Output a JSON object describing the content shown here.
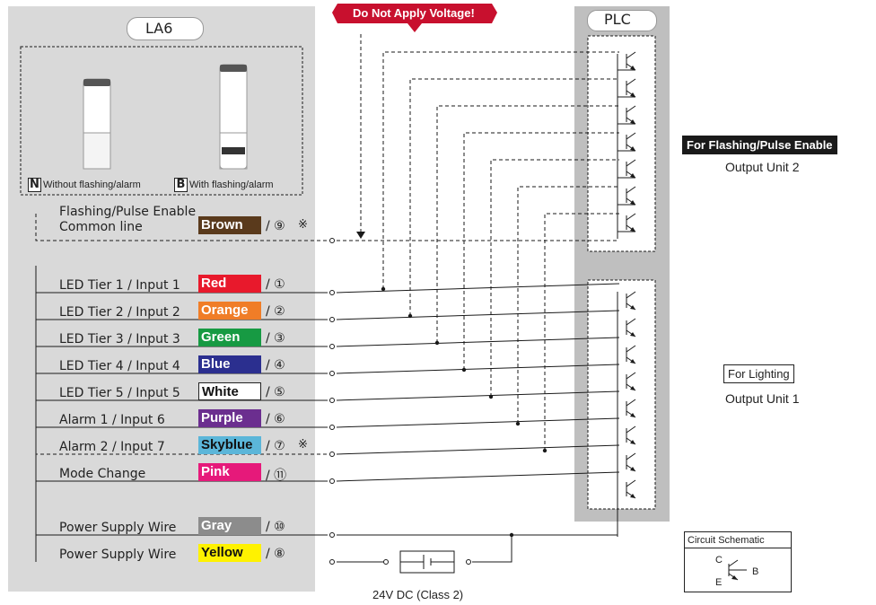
{
  "la6": {
    "title": "LA6",
    "models": [
      {
        "code": "N",
        "label": "Without flashing/alarm"
      },
      {
        "code": "B",
        "label": "With flashing/alarm"
      }
    ],
    "flash_line": {
      "label_1": "Flashing/Pulse Enable",
      "label_2": "Common line",
      "color_name": "Brown",
      "pin": "/ ⑨",
      "note": "※",
      "color": "#5a3a1c"
    },
    "wires": [
      {
        "label": "LED Tier 1 / Input 1",
        "color_name": "Red",
        "pin": "/ ①",
        "color": "#e8192c",
        "text_color": "#ffffff"
      },
      {
        "label": "LED Tier 2 / Input 2",
        "color_name": "Orange",
        "pin": "/ ②",
        "color": "#f07d27",
        "text_color": "#ffffff"
      },
      {
        "label": "LED Tier 3 / Input 3",
        "color_name": "Green",
        "pin": "/ ③",
        "color": "#179a43",
        "text_color": "#ffffff"
      },
      {
        "label": "LED Tier 4 / Input 4",
        "color_name": "Blue",
        "pin": "/ ④",
        "color": "#2b2f8f",
        "text_color": "#ffffff"
      },
      {
        "label": "LED Tier 5 / Input 5",
        "color_name": "White",
        "pin": "/ ⑤",
        "color": "#ffffff",
        "text_color": "#111111"
      },
      {
        "label": "Alarm 1 / Input 6",
        "color_name": "Purple",
        "pin": "/ ⑥",
        "color": "#6b2e8f",
        "text_color": "#ffffff"
      },
      {
        "label": "Alarm 2 / Input 7",
        "color_name": "Skyblue",
        "pin": "/ ⑦",
        "note": "※",
        "color": "#5bb6d9",
        "text_color": "#111111"
      },
      {
        "label": "Mode Change",
        "color_name": "Pink",
        "pin": "/ ⑪",
        "color": "#e6197a",
        "text_color": "#ffffff"
      },
      {
        "label": "Power Supply Wire",
        "color_name": "Gray",
        "pin": "/ ⑩",
        "color": "#8c8c8c",
        "text_color": "#ffffff"
      },
      {
        "label": "Power Supply Wire",
        "color_name": "Yellow",
        "pin": "/ ⑧",
        "color": "#fff200",
        "text_color": "#111111"
      }
    ]
  },
  "warning": "Do Not Apply Voltage!",
  "plc": {
    "title": "PLC",
    "unit2": {
      "title": "For Flashing/Pulse Enable",
      "subtitle": "Output Unit 2"
    },
    "unit1": {
      "title": "For Lighting",
      "subtitle": "Output Unit 1"
    }
  },
  "power": {
    "label": "24V DC (Class 2)"
  },
  "schematic": {
    "title": "Circuit Schematic",
    "c": "C",
    "b": "B",
    "e": "E"
  },
  "colors": {
    "panel_gray": "#d9d9d9",
    "warning_red": "#c8102e",
    "line": "#1a1a1a"
  }
}
